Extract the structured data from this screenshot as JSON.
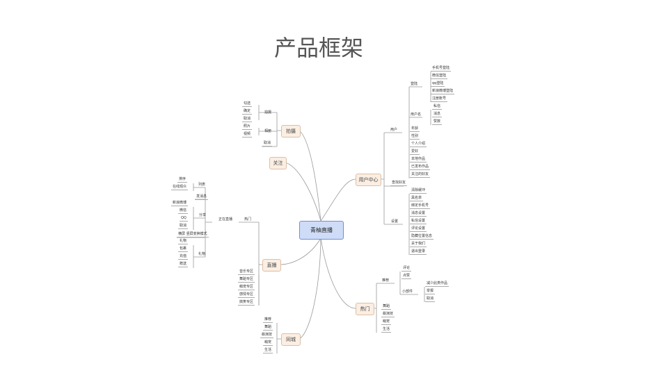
{
  "title": "产品框架",
  "center": "青柚直播",
  "branches": {
    "paishe": "拍摄",
    "guanzhu": "关注",
    "zhibo": "直播",
    "tongcheng": "同城",
    "user_center": "用户中心",
    "remen": "热门"
  },
  "paishe": {
    "shoot": {
      "label": "拍摄",
      "items": [
        "勾选",
        "确定",
        "取消"
      ]
    },
    "album": {
      "label": "相册",
      "items": [
        "照片",
        "视频"
      ]
    },
    "cancel": "取消"
  },
  "zhibo": {
    "hot": "热门",
    "live": "正在直播",
    "list": {
      "label": "列表",
      "items": [
        "排序",
        "在线观众"
      ]
    },
    "message": "发消息",
    "share": {
      "label": "分享",
      "items": [
        "新浪微博",
        "微信",
        "QQ",
        "取消"
      ]
    },
    "orientation": "横屏  竖屏变换模式",
    "gift": {
      "label": "礼物",
      "items": [
        "礼物",
        "包裹",
        "充值",
        "赠送"
      ]
    },
    "zones": [
      "音乐专区",
      "舞蹈专区",
      "萌宠专区",
      "感情专区",
      "搞笑专区"
    ]
  },
  "tongcheng": [
    "推荐",
    "舞蹈",
    "飙演技",
    "萌宠",
    "生活"
  ],
  "user_center": {
    "user": {
      "label": "用户",
      "login": {
        "label": "登陆",
        "items": [
          "手机号登陆",
          "微信登陆",
          "qq登陆",
          "新浪微博登陆",
          "注册账号"
        ]
      },
      "username": {
        "label": "用户名",
        "items": [
          "私信",
          "消息",
          "赞数"
        ]
      },
      "items": [
        "年龄",
        "性别",
        "个人介绍",
        "爱好",
        "本地作品",
        "已发布作品",
        "关注的好友"
      ]
    },
    "find": "查找好友",
    "settings": {
      "label": "设置",
      "items": [
        "清除缓冲",
        "黑名单",
        "绑定手机号",
        "消息设置",
        "私信设置",
        "评论设置",
        "隐藏位置信息",
        "关于我们",
        "退出登录"
      ]
    }
  },
  "remen": {
    "recommend": {
      "label": "推荐",
      "items": [
        "评论",
        "点赞"
      ],
      "widget": {
        "label": "小部件",
        "items": [
          "减少此类作品",
          "举报",
          "取消"
        ]
      }
    },
    "items": [
      "舞蹈",
      "飙演技",
      "萌宠",
      "生活"
    ]
  }
}
